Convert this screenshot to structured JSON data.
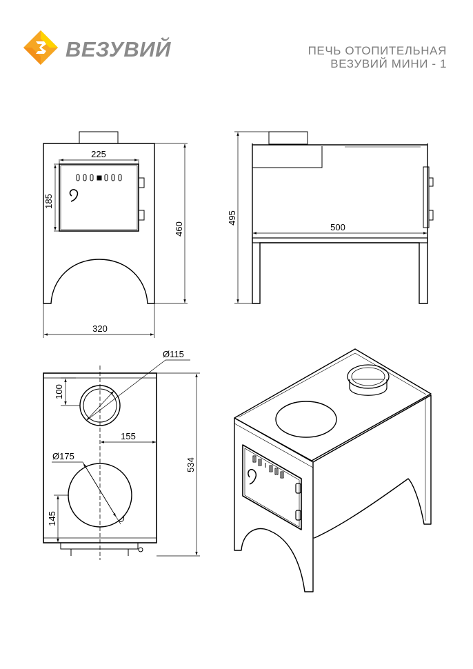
{
  "brand": {
    "name": "ВЕЗУВИЙ",
    "color_orange": "#f6a623",
    "color_yellow": "#ffd200",
    "color_gray": "#8a8a8a"
  },
  "title": {
    "line1": "ПЕЧЬ ОТОПИТЕЛЬНАЯ",
    "line2": "ВЕЗУВИЙ МИНИ - 1"
  },
  "front_view": {
    "door_width": "225",
    "door_height": "185",
    "height": "460",
    "width": "320"
  },
  "side_view": {
    "height": "495",
    "depth": "500"
  },
  "top_view": {
    "flue_diameter": "Ø115",
    "flue_offset": "100",
    "center_offset": "155",
    "hob_diameter": "Ø175",
    "hob_offset": "145",
    "length": "534"
  }
}
